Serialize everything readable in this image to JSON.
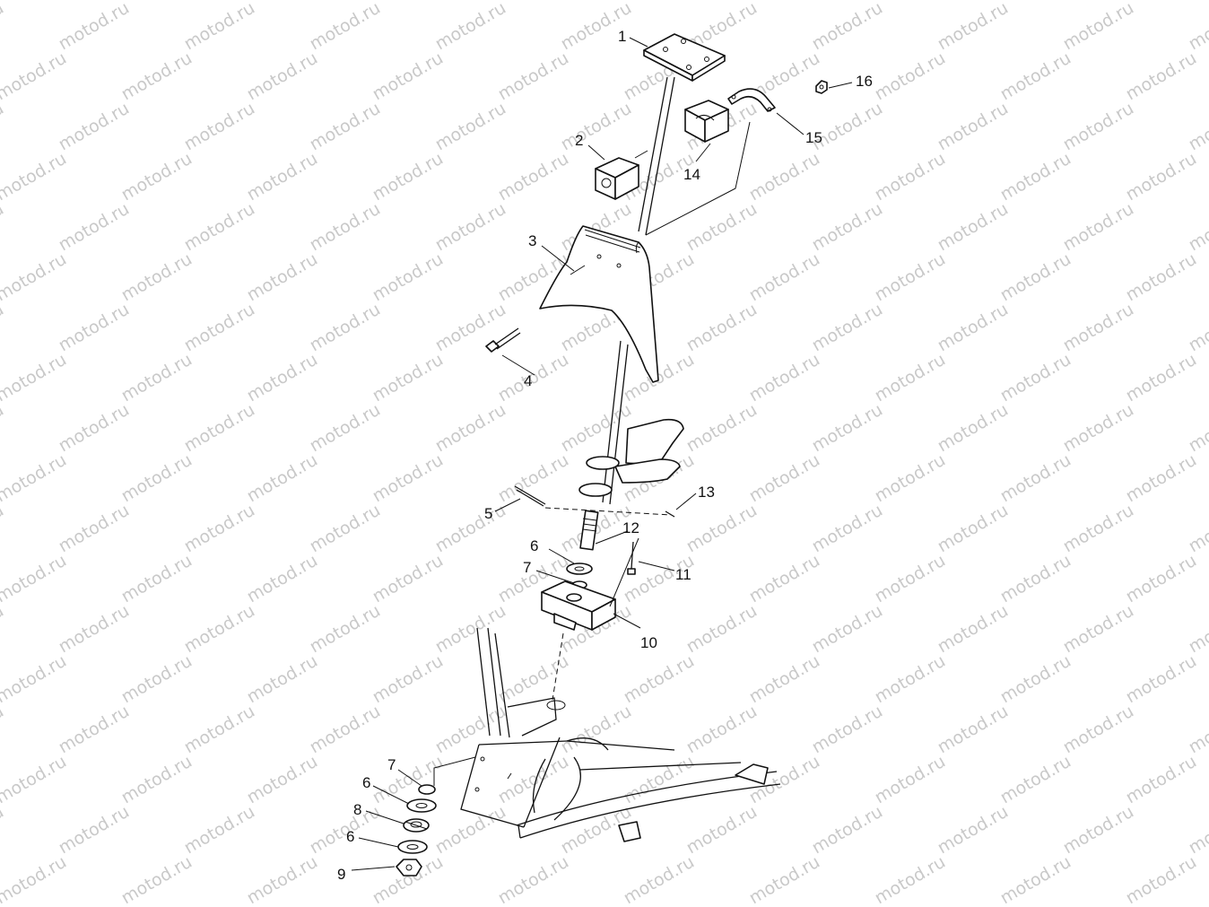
{
  "watermark": {
    "text": "motod.ru",
    "color": "#c9c9c9"
  },
  "callouts": [
    "1",
    "2",
    "3",
    "4",
    "5",
    "6",
    "7",
    "8",
    "9",
    "10",
    "11",
    "12",
    "13",
    "14",
    "15",
    "16"
  ],
  "callout_labels": {
    "c1": "1",
    "c2": "2",
    "c3": "3",
    "c4": "4",
    "c5": "5",
    "c6a": "6",
    "c7a": "7",
    "c6b": "6",
    "c7b": "7",
    "c8": "8",
    "c6c": "6",
    "c9": "9",
    "c10": "10",
    "c11": "11",
    "c12": "12",
    "c13": "13",
    "c14": "14",
    "c15": "15",
    "c16": "16"
  }
}
